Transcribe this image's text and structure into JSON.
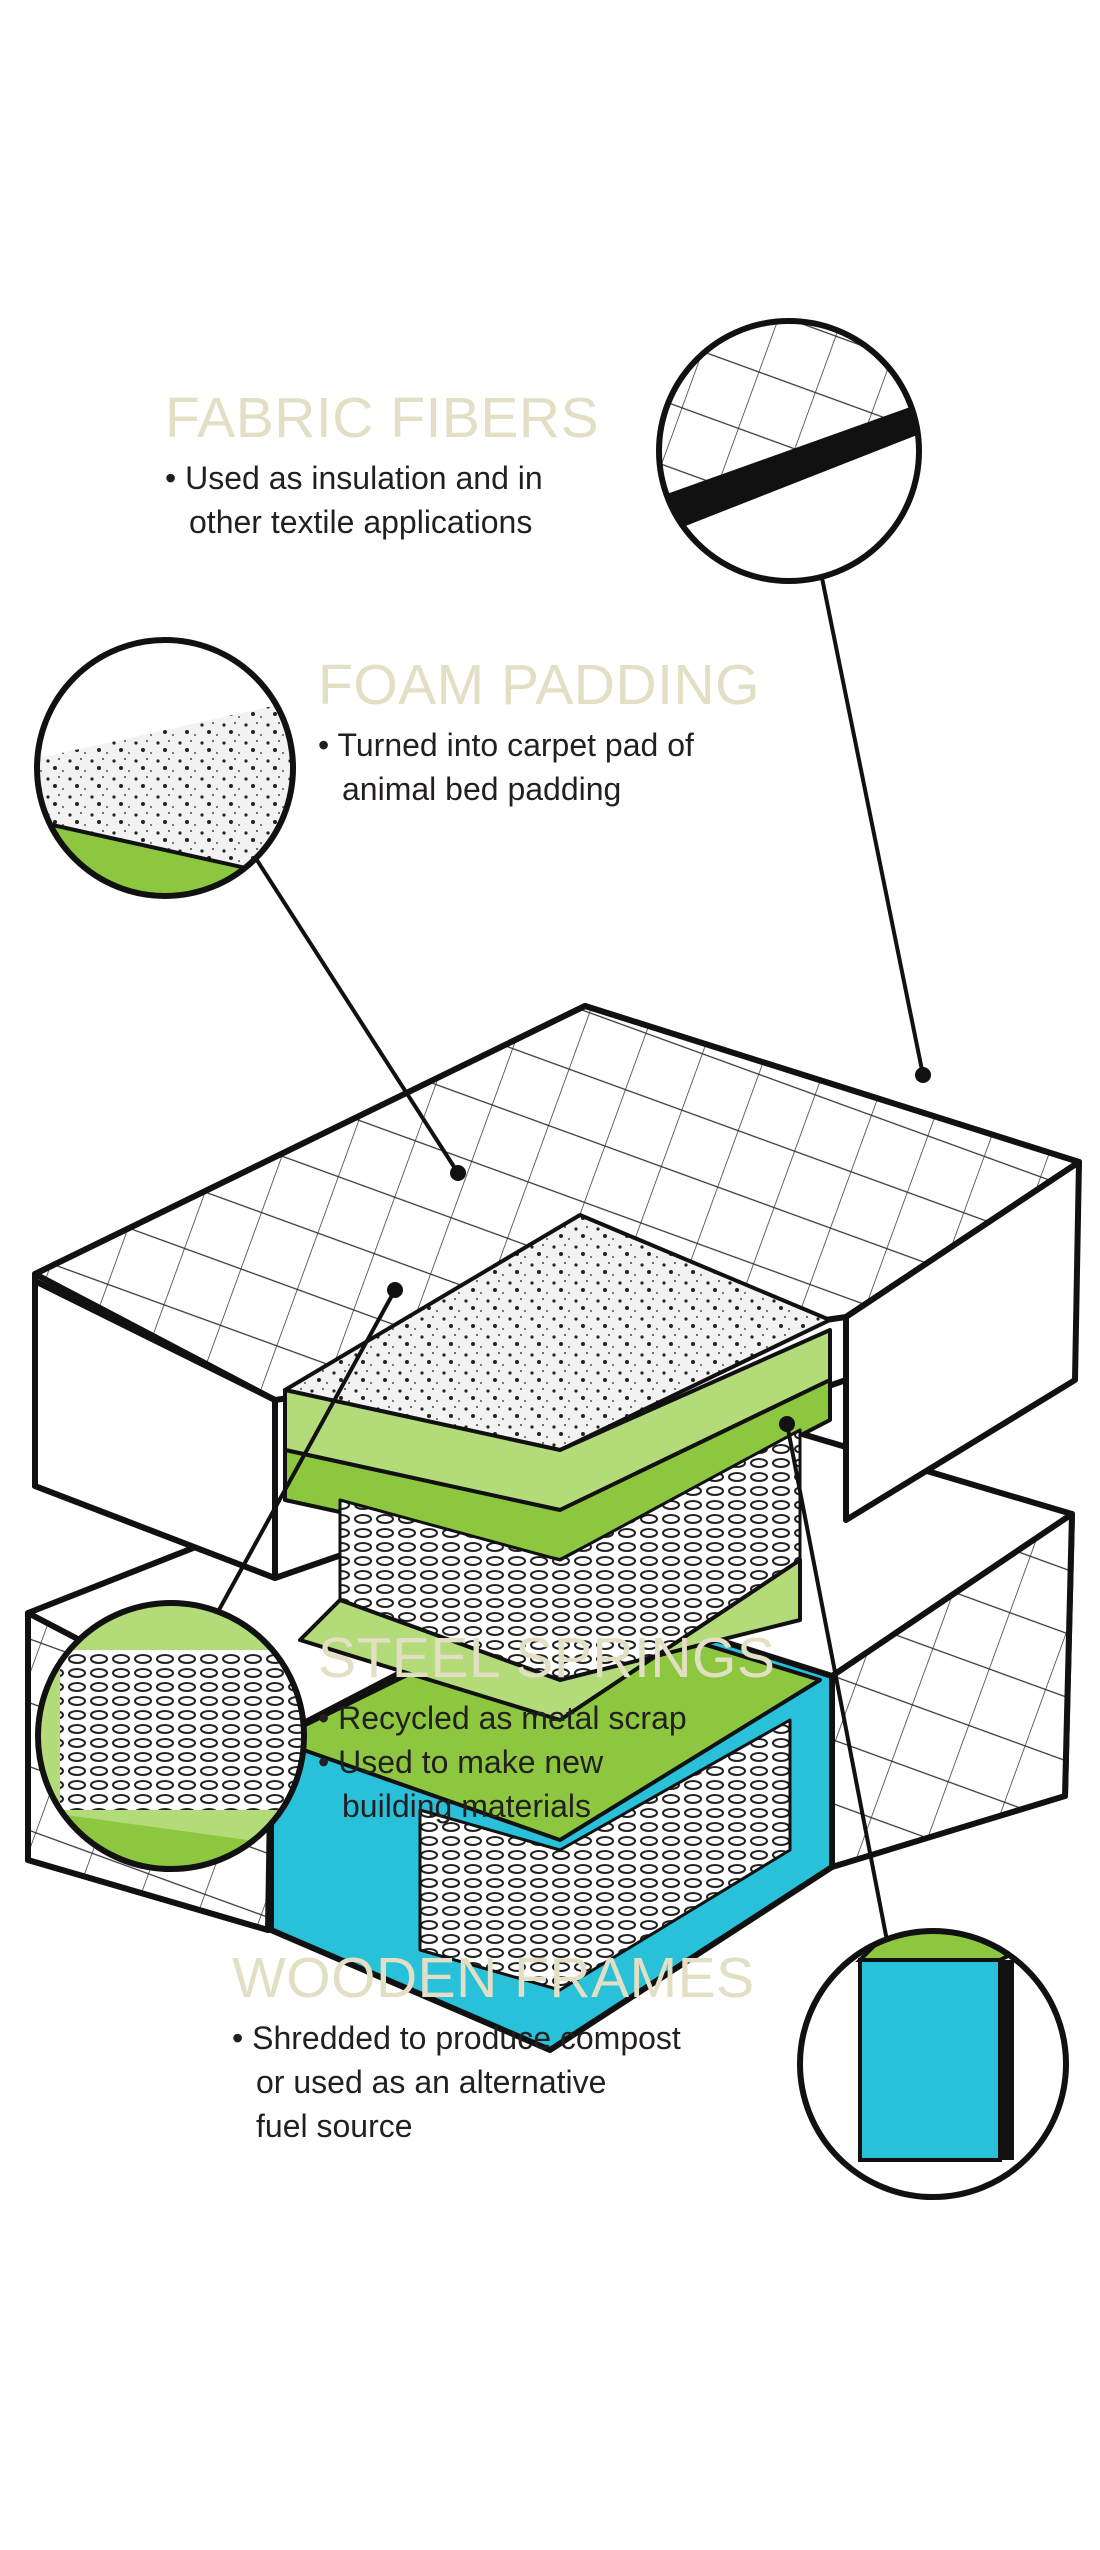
{
  "sections": [
    {
      "title": "FABRIC FIBERS",
      "lines": [
        "• Used as insulation and in",
        "other textile applications"
      ]
    },
    {
      "title": "FOAM PADDING",
      "lines": [
        "• Turned into carpet pad of",
        "animal bed padding"
      ]
    },
    {
      "title": "STEEL SPRINGS",
      "lines": [
        "• Recycled as metal scrap",
        "• Used to make new",
        "building materials"
      ]
    },
    {
      "title": "WOODEN FRAMES",
      "lines": [
        "• Shredded to produce compost",
        "or used as an alternative",
        "fuel source"
      ]
    }
  ],
  "colors": {
    "heading": "#e3dfc4",
    "green": "#8dc63f",
    "light_green": "#b3db7a",
    "blue": "#29c0d9",
    "ink": "#111111"
  }
}
